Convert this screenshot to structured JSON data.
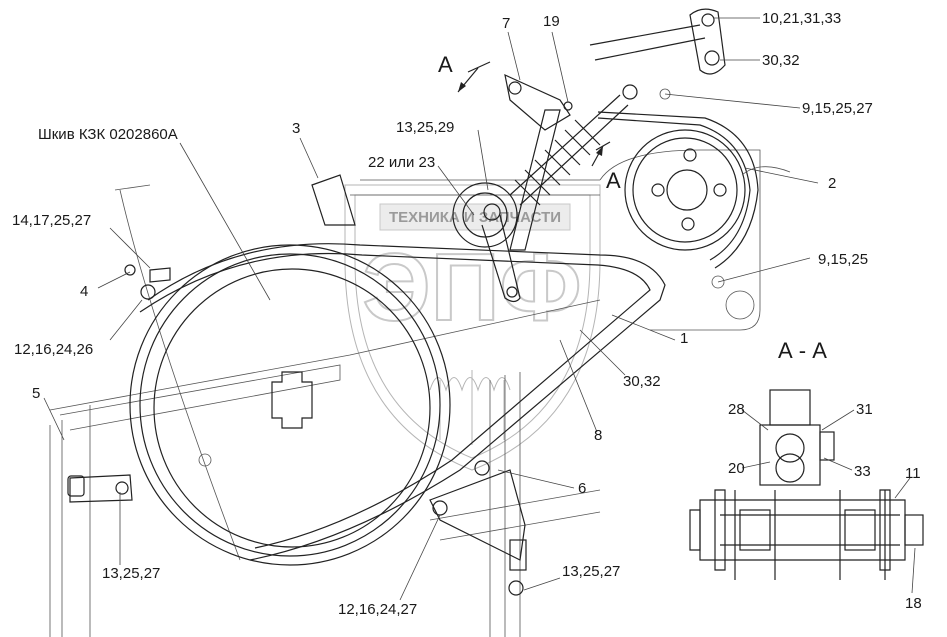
{
  "labels": {
    "pulley_name": "Шкив КЗК 0202860А",
    "l_3": "3",
    "l_14_17": "14,17,25,27",
    "l_4": "4",
    "l_12_16_24_26": "12,16,24,26",
    "l_5": "5",
    "l_13_25_27_left": "13,25,27",
    "l_12_16_24_27": "12,16,24,27",
    "l_13_25_27_bottom": "13,25,27",
    "l_6": "6",
    "l_8": "8",
    "l_1": "1",
    "l_30_32_mid": "30,32",
    "l_9_15_25": "9,15,25",
    "l_2": "2",
    "l_9_15_25_27": "9,15,25,27",
    "l_30_32_top": "30,32",
    "l_10_21": "10,21,31,33",
    "l_19": "19",
    "l_7": "7",
    "l_13_25_29": "13,25,29",
    "l_22_23": "22 или 23",
    "section_a_left": "А",
    "section_a_right": "А",
    "section_title": "А - А",
    "l_28": "28",
    "l_31": "31",
    "l_20": "20",
    "l_33": "33",
    "l_11": "11",
    "l_18": "18"
  },
  "watermark": {
    "banner": "ТЕХНИКА И ЗАПЧАСТИ",
    "logo": "ЭПФ"
  }
}
